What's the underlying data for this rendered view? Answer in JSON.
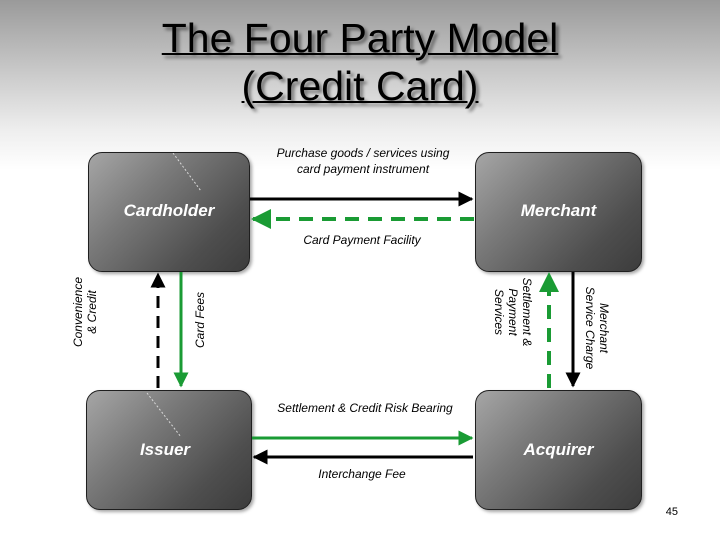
{
  "title": {
    "line1": "The Four Party Model",
    "line2": "(Credit Card)"
  },
  "parties": {
    "cardholder": "Cardholder",
    "merchant": "Merchant",
    "issuer": "Issuer",
    "acquirer": "Acquirer"
  },
  "flows": {
    "purchase": "Purchase goods / services using card payment instrument",
    "card_payment_facility": "Card Payment Facility",
    "convenience_credit_line1": "Convenience",
    "convenience_credit_line2": "& Credit",
    "card_fees": "Card Fees",
    "settlement_payment_line1": "Settlement &",
    "settlement_payment_line2": "Payment",
    "settlement_payment_line3": "Services",
    "merchant_service_line1": "Merchant",
    "merchant_service_line2": "Service Charge",
    "settlement_credit_risk": "Settlement & Credit Risk Bearing",
    "interchange_fee": "Interchange Fee"
  },
  "colors": {
    "green": "#1a9b34",
    "black": "#000000"
  },
  "slide_number": "45"
}
